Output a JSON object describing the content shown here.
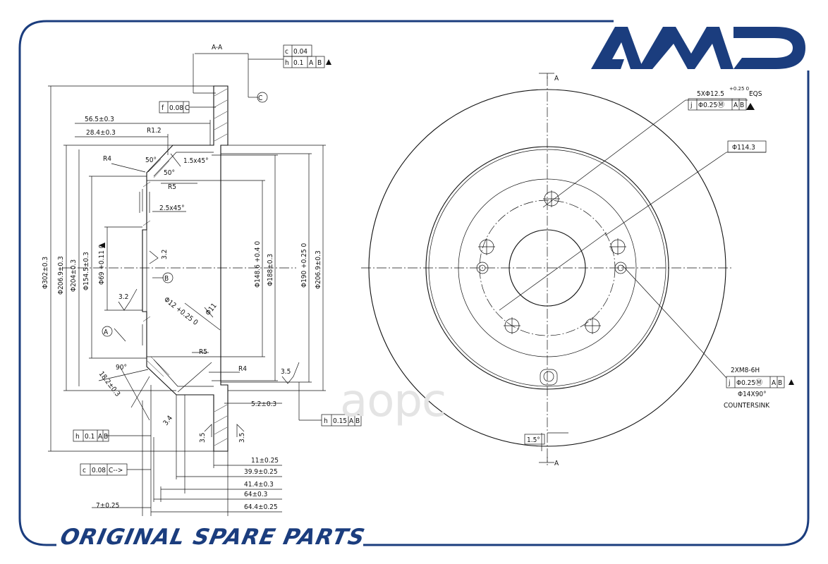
{
  "brand": {
    "logo_text": "AMD",
    "color": "#1b3d7e",
    "footer": "ORIGINAL SPARE PARTS"
  },
  "watermark": "аорс",
  "section_label": "A-A",
  "datum_labels": {
    "a": "A",
    "b": "B",
    "c": "C"
  },
  "section_marker": "A",
  "frames": {
    "top": [
      {
        "sym": "c",
        "val": "0.04",
        "refs": []
      },
      {
        "sym": "h",
        "val": "0.1",
        "refs": [
          "A",
          "B"
        ],
        "tri": true
      }
    ],
    "f": {
      "sym": "f",
      "val": "0.08",
      "refs": [
        "C"
      ]
    },
    "h_left": {
      "sym": "h",
      "val": "0.1",
      "refs": [
        "A",
        "B"
      ]
    },
    "c_bottom": {
      "sym": "c",
      "val": "0.08",
      "refs": [
        "C-->"
      ]
    },
    "h_mid": {
      "sym": "h",
      "val": "0.15",
      "refs": [
        "A",
        "B"
      ]
    },
    "j_top": {
      "sym": "j",
      "val": "Φ0.25Ⓜ",
      "refs": [
        "A",
        "B"
      ],
      "tri": true
    },
    "j_bottom": {
      "sym": "j",
      "val": "Φ0.25Ⓜ",
      "refs": [
        "A",
        "B"
      ],
      "tri": true
    },
    "d114": "Φ114.3",
    "ang15": "1.5°"
  },
  "dims_left": {
    "d302": "Φ302±0.3",
    "d2069": "Φ206.9±0.3",
    "d204": "Φ204±0.3",
    "d1545": "Φ154.5±0.3",
    "d69": "Φ69 +0.11 0",
    "d1486": "Φ148.6 +0.4 0",
    "d188": "Φ188±0.3",
    "d190": "Φ190 +0.25 0",
    "d2069r": "Φ206.9±0.3",
    "l565": "56.5±0.3",
    "l284": "28.4±0.3",
    "r12": "R1.2",
    "r4a": "R4",
    "a50a": "50°",
    "a50b": "50°",
    "ch15": "1.5x45°",
    "r5a": "R5",
    "ch25": "2.5x45°",
    "ra32a": "3.2",
    "ra32b": "3.2",
    "d12": "Φ12 +0.25 0",
    "d11": "Φ11",
    "r5b": "R5",
    "r4b": "R4",
    "a90": "90°",
    "l182": "18.2±0.3",
    "l34": "3.4",
    "ra35a": "3.5",
    "l52": "5.2±0.3",
    "ra35b": "3.5",
    "ra35c": "3.5",
    "l11": "11±0.25",
    "l399": "39.9±0.25",
    "l414": "41.4±0.3",
    "l64": "64±0.3",
    "l7": "7±0.25",
    "l644": "64.4±0.25"
  },
  "notes_right": {
    "holes": "5XΦ12.5",
    "holes_tol": "+0.25 0",
    "eqs": "EQS",
    "thread": "2XM8-6H",
    "counter": "Φ14X90°",
    "countersink": "COUNTERSINK"
  }
}
